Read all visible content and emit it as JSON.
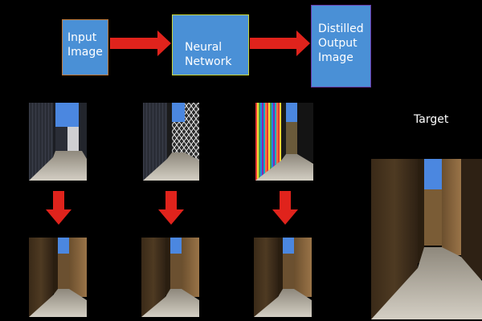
{
  "pipeline": {
    "input_label": "Input\nImage",
    "network_label": "Neural\nNetwork",
    "output_label": "Distilled\nOutput\nImage"
  },
  "target_label": "Target",
  "colors": {
    "box_fill": "#4a90d6",
    "arrow": "#e0231c",
    "background": "#000000",
    "wood": "#6e5232",
    "sky": "#4b87e0",
    "floor": "#b8b2a6"
  },
  "inputs": [
    {
      "texture": "dark-gray-wall"
    },
    {
      "texture": "diamond-pattern-wall"
    },
    {
      "texture": "rainbow-stripe-wall"
    }
  ],
  "outputs": [
    {
      "texture": "wood-wall"
    },
    {
      "texture": "wood-wall"
    },
    {
      "texture": "wood-wall"
    }
  ]
}
